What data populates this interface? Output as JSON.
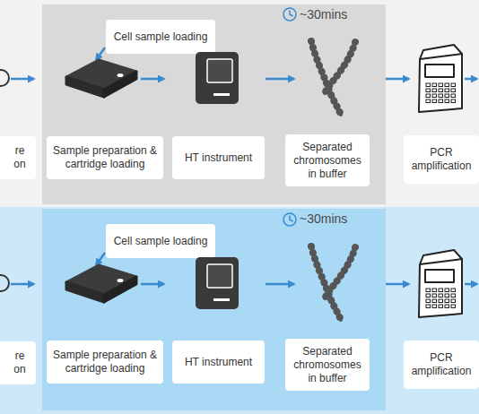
{
  "diagram": {
    "nodes": [
      {
        "text": [
          "re on"
        ]
      },
      {
        "text": [
          "~30mins"
        ]
      },
      {
        "text": [
          "Cell sample loading"
        ],
        "in": 1
      },
      {
        "text": [
          "Sample preparation & cartridge loading"
        ],
        "in": 1
      },
      {
        "text": [
          "HT instrument"
        ],
        "in": 1
      },
      {
        "text": [
          "Separated chromosomes in buffer"
        ],
        "in": 1
      },
      {
        "text": [
          "PCR amplification"
        ]
      },
      {
        "text": [
          "re on"
        ]
      },
      {
        "text": [
          "~30mins"
        ]
      },
      {
        "text": [
          "Cell sample loading"
        ],
        "in": 8
      },
      {
        "text": [
          "Sample preparation & cartridge loading"
        ],
        "in": 8
      },
      {
        "text": [
          "HT instrument"
        ],
        "in": 8
      },
      {
        "text": [
          "Separated chromosomes in buffer"
        ],
        "in": 8
      },
      {
        "text": [
          "PCR amplification"
        ]
      }
    ]
  }
}
